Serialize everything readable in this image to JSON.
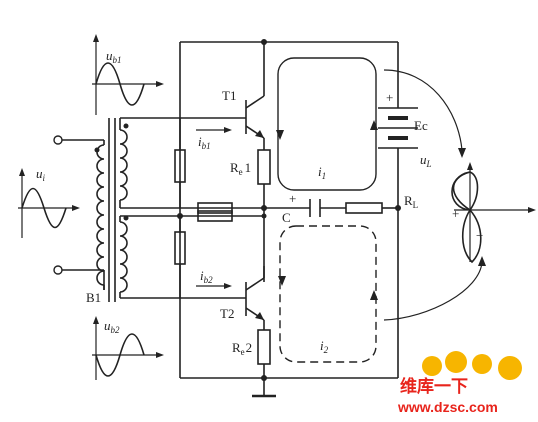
{
  "labels": {
    "ub1": "u",
    "ub1_sub": "b1",
    "ub2": "u",
    "ub2_sub": "b2",
    "ui": "u",
    "ui_sub": "i",
    "uL": "u",
    "uL_sub": "L",
    "ib1": "i",
    "ib1_sub": "b1",
    "ib2": "i",
    "ib2_sub": "b2",
    "t1": "T1",
    "t2": "T2",
    "re1": "R",
    "re1_sub": "e",
    "re1_num": "1",
    "re2": "R",
    "re2_sub": "e",
    "re2_num": "2",
    "ec": "Ec",
    "i1": "i",
    "i1_sub": "1",
    "i2": "i",
    "i2_sub": "2",
    "c": "C",
    "cap_plus": "+",
    "ec_plus": "+",
    "rl": "R",
    "rl_sub": "L",
    "b1": "B1",
    "load_plus": "+",
    "load_minus": "−"
  },
  "watermark": {
    "text": "维库一下",
    "url": "www.dzsc.com",
    "color": "#e8241c"
  }
}
